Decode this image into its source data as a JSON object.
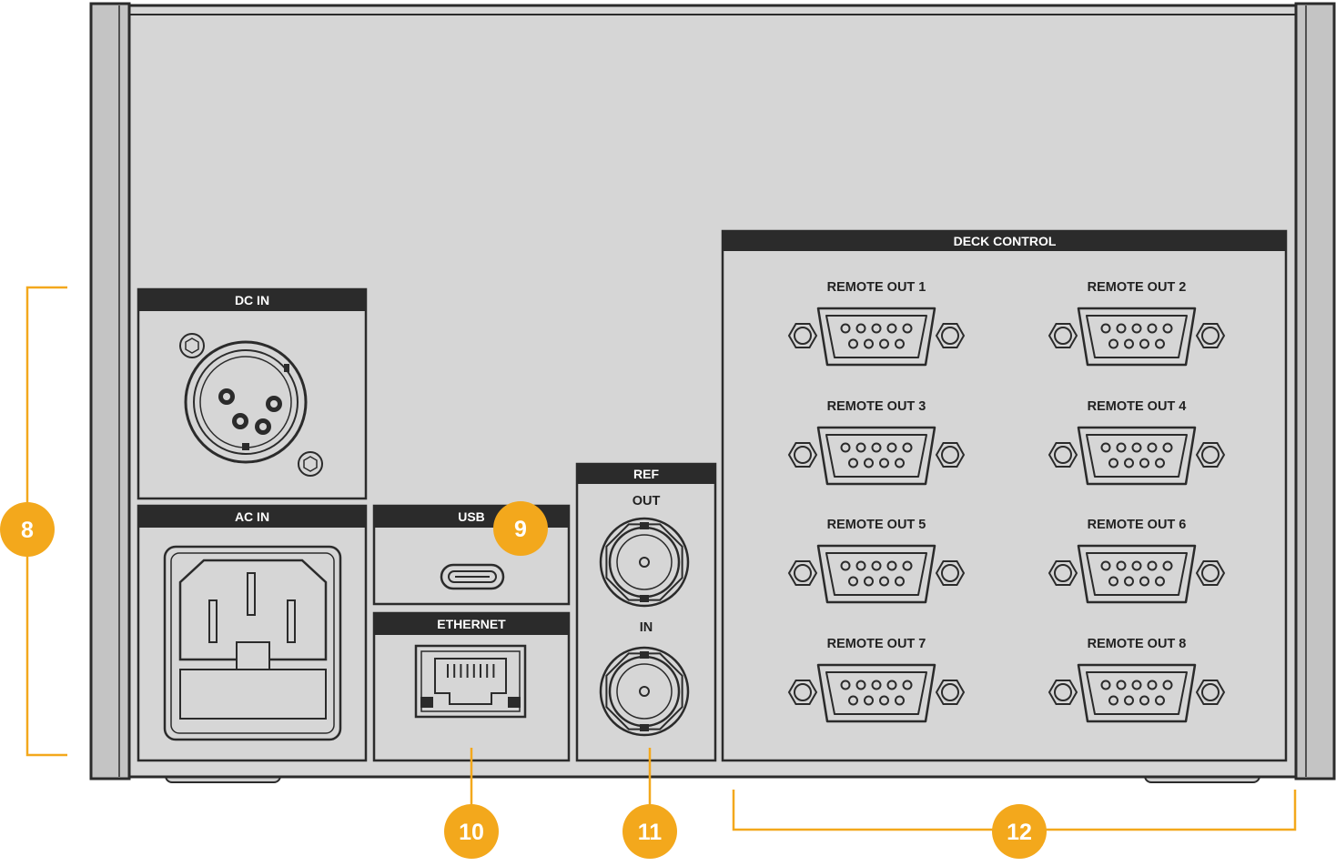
{
  "colors": {
    "panel": "#d6d6d6",
    "outline": "#2b2b2b",
    "header": "#2b2b2b",
    "callout": "#f3a81c",
    "rail": "#bdbdbd"
  },
  "sections": {
    "dc_in": "DC IN",
    "ac_in": "AC IN",
    "usb": "USB",
    "ethernet": "ETHERNET",
    "ref": "REF",
    "ref_out": "OUT",
    "ref_in": "IN",
    "deck_control": "DECK CONTROL"
  },
  "remote_outs": [
    "REMOTE OUT 1",
    "REMOTE OUT 2",
    "REMOTE OUT 3",
    "REMOTE OUT 4",
    "REMOTE OUT 5",
    "REMOTE OUT 6",
    "REMOTE OUT 7",
    "REMOTE OUT 8"
  ],
  "callouts": {
    "power": "8",
    "usb": "9",
    "ethernet": "10",
    "ref": "11",
    "deck": "12"
  }
}
